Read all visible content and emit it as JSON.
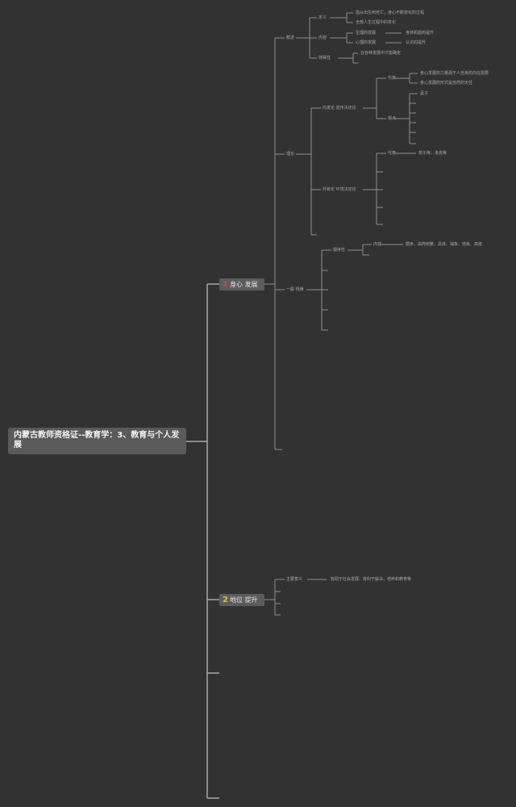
{
  "root": {
    "title": "内蒙古教师资格证--教育学：3、教育与个人发展"
  },
  "branches": [
    {
      "number": "1",
      "label": "身心 发展",
      "number_color": "#d9443c",
      "sub": [
        {
          "label": "概述",
          "children": [
            {
              "label": "定义",
              "leaves": [
                "指从出生到死亡，身心不断变化的过程",
                "全部人生过程中的变化"
              ]
            },
            {
              "label": "内容",
              "leaves": [
                "生理的发展",
                "心理的发展"
              ],
              "extra": [
                "身体机能的提升",
                "认识的提升"
              ]
            },
            {
              "label": "特殊性",
              "leaves": [
                "在各种发展中才能确定"
              ]
            }
          ]
        },
        {
          "label": "理论",
          "children": [
            {
              "label": "内发论 遗传决定论",
              "sub": [
                "代表",
                "观点"
              ],
              "leaves": [
                "身心发展的力量源于人自身的内在需要",
                "身心发展的形式是自然的天性",
                "孟子"
              ]
            },
            {
              "label": "外铄论 环境决定论",
              "sub": [
                "代表"
              ],
              "leaves": [
                "荀子等，洛克等"
              ]
            }
          ]
        },
        {
          "label": "一般 规律",
          "children": [
            {
              "label": "顺序性",
              "sub": [
                "内容"
              ],
              "leaves": [
                "循序、由简到繁、具体、抽象、低级、高级"
              ]
            }
          ]
        }
      ]
    },
    {
      "number": "2",
      "label": "地位 提升",
      "number_color": "#e6c229",
      "sub": [
        {
          "label": "主要意义",
          "leaves": [
            "有助于社会发展、有利于解决、培养和教育等"
          ]
        }
      ]
    }
  ]
}
